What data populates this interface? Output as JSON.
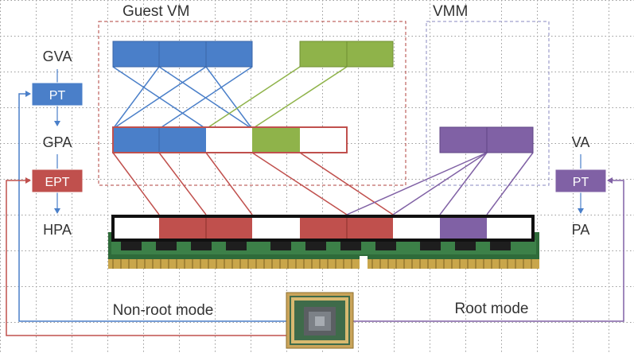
{
  "regions": {
    "guest_vm": "Guest VM",
    "vmm": "VMM"
  },
  "address_labels": {
    "gva": "GVA",
    "gpa": "GPA",
    "hpa": "HPA",
    "va": "VA",
    "pa": "PA"
  },
  "tables": {
    "guest_pt": "PT",
    "ept": "EPT",
    "host_pt": "PT"
  },
  "modes": {
    "non_root": "Non-root mode",
    "root": "Root mode"
  },
  "colors": {
    "blue": "#4a7fc9",
    "green": "#8fb34a",
    "red": "#c0504d",
    "purple": "#8061a5",
    "guest_border": "#b0413e",
    "vmm_border": "#8a8ac0"
  },
  "icons": {
    "memory": "ram-module-icon",
    "cpu": "cpu-chip-icon"
  }
}
